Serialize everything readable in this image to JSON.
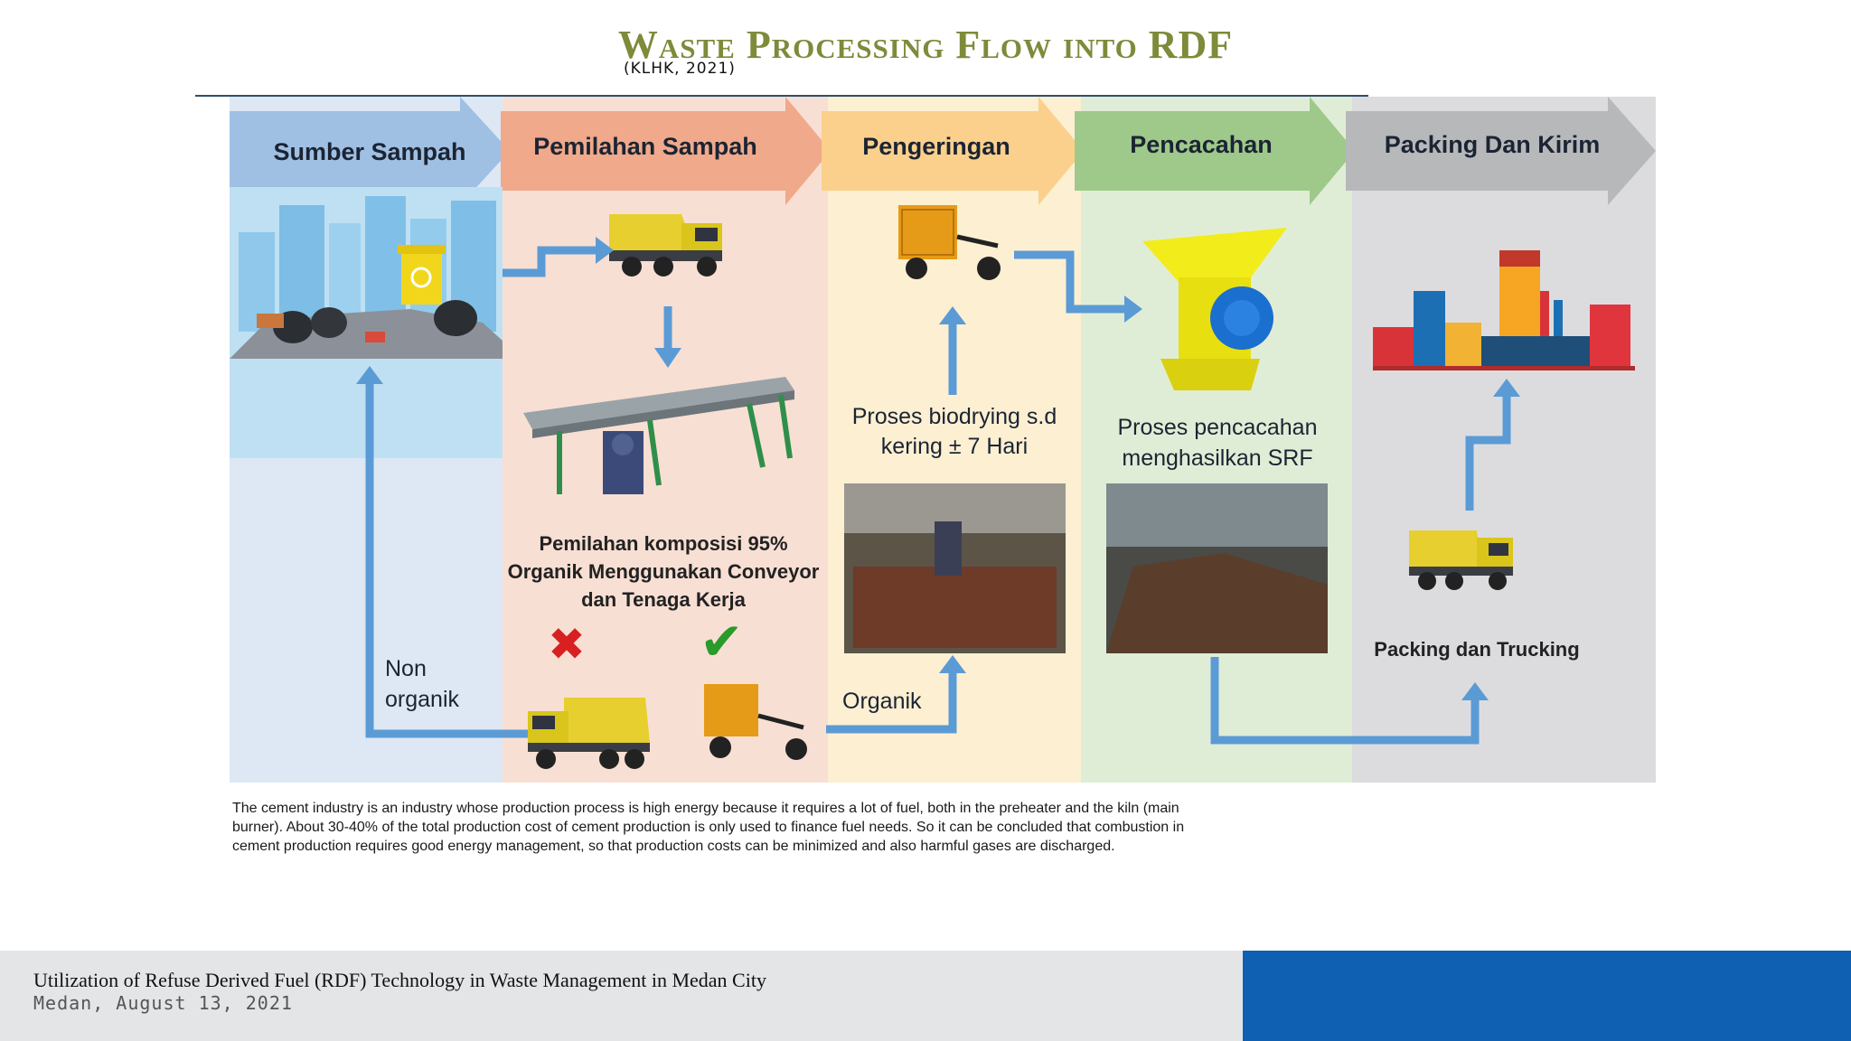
{
  "slide": {
    "title": "Waste Processing Flow into RDF",
    "subtitle": "(KLHK, 2021)",
    "caption": "The cement industry is an industry whose production process is high energy because it requires a lot of fuel, both in the preheater and the kiln (main burner). About 30-40% of the total production cost of cement production is only used to finance fuel needs. So it can be concluded that combustion in cement production requires good energy management, so that production costs can be minimized and also harmful gases are discharged.",
    "footer_title": "Utilization of Refuse Derived Fuel (RDF) Technology in Waste Management in Medan City",
    "footer_date": "Medan, August 13, 2021"
  },
  "diagram": {
    "stages": [
      {
        "label": "Sumber Sampah",
        "color": "#9fc0e3",
        "bg": "#dde8f4"
      },
      {
        "label": "Pemilahan Sampah",
        "color": "#f0a98a",
        "bg": "#f8dfd3"
      },
      {
        "label": "Pengeringan",
        "color": "#fbd08d",
        "bg": "#fcefd2"
      },
      {
        "label": "Pencacahan",
        "color": "#9ec98a",
        "bg": "#e0edd6"
      },
      {
        "label": "Packing Dan Kirim",
        "color": "#b7b8ba",
        "bg": "#dcdcdf"
      }
    ],
    "sort_text": [
      "Pemilahan komposisi 95%",
      "Organik Menggunakan Conveyor",
      "dan Tenaga Kerja"
    ],
    "dry_text": [
      "Proses biodrying s.d",
      "kering ± 7 Hari"
    ],
    "shred_text": [
      "Proses pencacahan",
      "menghasilkan SRF"
    ],
    "pack_text": "Packing dan Trucking",
    "non_organic": [
      "Non",
      "organik"
    ],
    "organic": "Organik",
    "arrow_color": "#5b9bd5",
    "reject_mark": "✖",
    "accept_mark": "✔"
  }
}
